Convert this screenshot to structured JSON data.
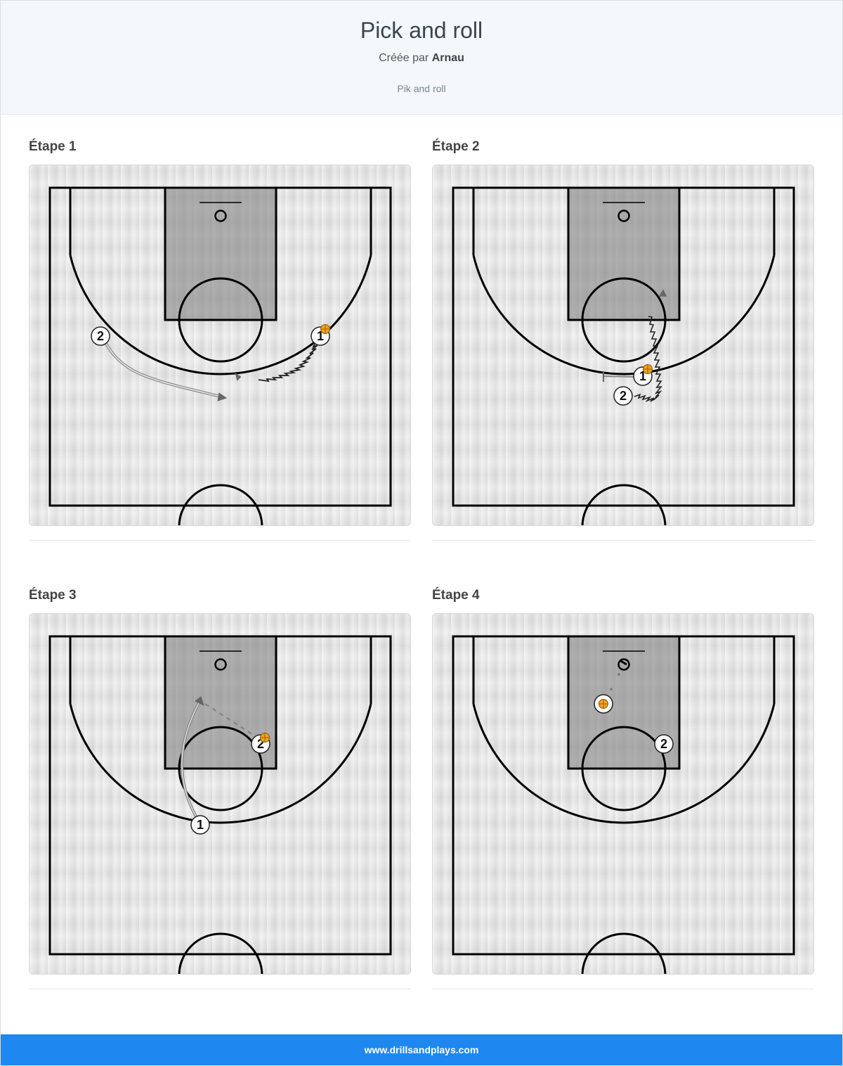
{
  "header": {
    "title": "Pick and roll",
    "author_prefix": "Créée par",
    "author_name": "Arnau",
    "description": "Pik and roll"
  },
  "steps": [
    {
      "label": "Étape 1"
    },
    {
      "label": "Étape 2"
    },
    {
      "label": "Étape 3"
    },
    {
      "label": "Étape 4"
    }
  ],
  "players": {
    "p1": "1",
    "p2": "2"
  },
  "footer": {
    "site": "www.drillsandplays.com"
  },
  "colors": {
    "header_bg": "#f4f8fc",
    "footer_bg": "#1e87f0",
    "paint": "#8f8f8f",
    "ball": "#f0a020",
    "line": "#000000",
    "path_grey": "#777777"
  },
  "icons": {
    "ball": "basketball-icon",
    "player": "player-token"
  }
}
